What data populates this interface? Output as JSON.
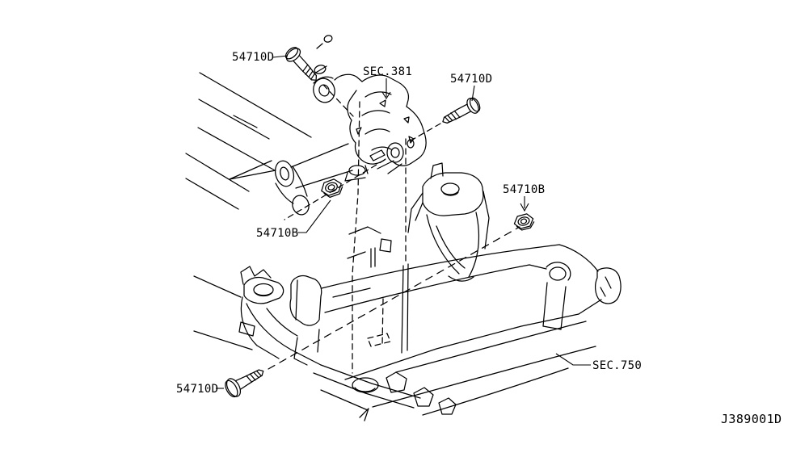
{
  "canvas": {
    "background": "#ffffff",
    "line_color": "#000000"
  },
  "diagram": {
    "code": "J389001D",
    "callouts": {
      "bolt_top_left": {
        "label": "54710D"
      },
      "section_381": {
        "label": "SEC.381"
      },
      "bolt_top_right": {
        "label": "54710D"
      },
      "nut_right": {
        "label": "54710B"
      },
      "nut_left": {
        "label": "54710B"
      },
      "section_750": {
        "label": "SEC.750"
      },
      "bolt_bottom_left": {
        "label": "54710D"
      }
    }
  }
}
